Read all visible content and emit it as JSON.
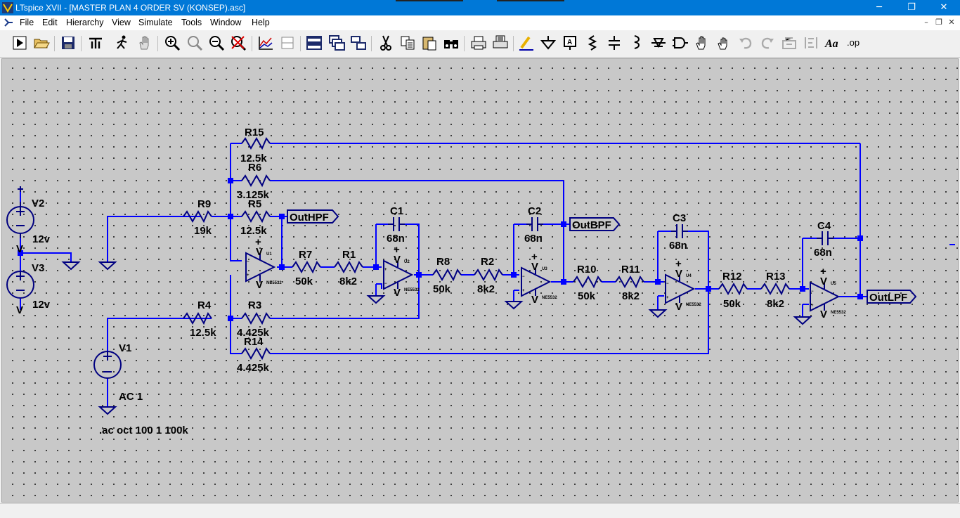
{
  "window": {
    "title": "LTspice XVII - [MASTER PLAN 4 ORDER SV (KONSEP).asc]",
    "minimize_glyph": "─",
    "maximize_glyph": "❐",
    "close_glyph": "✕"
  },
  "menu": {
    "items": [
      "File",
      "Edit",
      "Hierarchy",
      "View",
      "Simulate",
      "Tools",
      "Window",
      "Help"
    ],
    "mdi_minimize": "–",
    "mdi_restore": "❐",
    "mdi_close": "✕"
  },
  "toolbar": {
    "icons": [
      "run-icon",
      "open-icon",
      "save-icon",
      "control-panel-icon",
      "probe-icon",
      "pan-hand-icon",
      "zoom-in-icon",
      "zoom-box-icon",
      "zoom-out-icon",
      "zoom-cancel-icon",
      "plot-settings-icon",
      "plot-pane-icon",
      "tile-horizontal-icon",
      "cascade-icon",
      "tile-vertical-icon",
      "cut-icon",
      "copy-icon",
      "paste-icon",
      "find-icon",
      "print-icon",
      "print-setup-icon",
      "wire-icon",
      "ground-icon",
      "label-net-icon",
      "resistor-icon",
      "capacitor-icon",
      "inductor-icon",
      "diode-icon",
      "component-icon",
      "move-icon",
      "drag-icon",
      "undo-icon",
      "redo-icon",
      "rotate-icon",
      "mirror-icon",
      "text-icon",
      "spice-directive-icon"
    ],
    "text_label": "Aa",
    "op_label": ".op"
  },
  "schematic": {
    "components": {
      "R15": {
        "name": "R15",
        "value": "12.5k"
      },
      "R6": {
        "name": "R6",
        "value": "3.125k"
      },
      "R9": {
        "name": "R9",
        "value": "19k"
      },
      "R5": {
        "name": "R5",
        "value": "12.5k"
      },
      "R7": {
        "name": "R7",
        "value": "50k"
      },
      "R1": {
        "name": "R1",
        "value": "8k2"
      },
      "R8": {
        "name": "R8",
        "value": "50k"
      },
      "R2": {
        "name": "R2",
        "value": "8k2"
      },
      "R10": {
        "name": "R10",
        "value": "50k"
      },
      "R11": {
        "name": "R11",
        "value": "8k2"
      },
      "R12": {
        "name": "R12",
        "value": "50k"
      },
      "R13": {
        "name": "R13",
        "value": "8k2"
      },
      "R4": {
        "name": "R4",
        "value": "12.5k"
      },
      "R3": {
        "name": "R3",
        "value": "4.425k"
      },
      "R14": {
        "name": "R14",
        "value": "4.425k"
      },
      "C1": {
        "name": "C1",
        "value": "68n"
      },
      "C2": {
        "name": "C2",
        "value": "68n"
      },
      "C3": {
        "name": "C3",
        "value": "68n"
      },
      "C4": {
        "name": "C4",
        "value": "68n"
      },
      "V1": {
        "name": "V1",
        "value": "AC 1"
      },
      "V2": {
        "name": "V2",
        "value": "12v"
      },
      "V3": {
        "name": "V3",
        "value": "12v"
      }
    },
    "opamps": {
      "U1": {
        "ref": "U1",
        "model": "NE5532"
      },
      "U2": {
        "ref": "U2",
        "model": "NE5532"
      },
      "U3": {
        "ref": "U3",
        "model": "NE5532"
      },
      "U4": {
        "ref": "U4",
        "model": "NE5532"
      },
      "U5": {
        "ref": "U5",
        "model": "NE5532"
      }
    },
    "net_labels": {
      "hpf": "OutHPF",
      "bpf": "OutBPF",
      "lpf": "OutLPF"
    },
    "directive": ".ac oct 100 1 100k",
    "plus": "+",
    "minus": "−",
    "vlabel": "V",
    "colors": {
      "wire": "#0000ff",
      "component": "#000080",
      "background": "#c8c8c8",
      "grid": "#1a1a1a"
    }
  }
}
